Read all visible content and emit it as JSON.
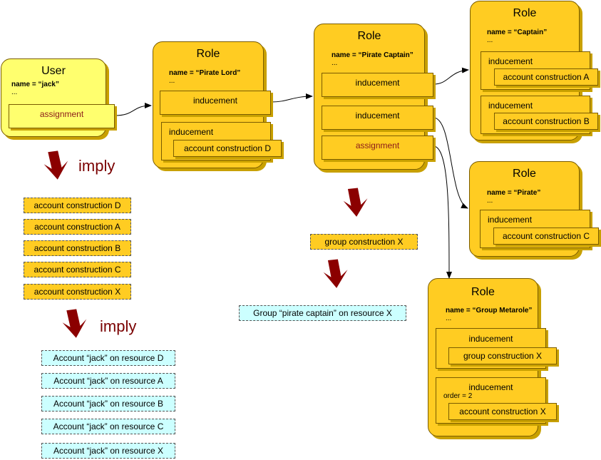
{
  "user": {
    "title": "User",
    "name": "name = “jack”",
    "dots": "...",
    "assignment": "assignment"
  },
  "role_pirate_lord": {
    "title": "Role",
    "name": "name = “Pirate Lord”",
    "dots": "...",
    "inducement1": "inducement",
    "inducement2": "inducement",
    "construction": "account construction D"
  },
  "role_pirate_captain": {
    "title": "Role",
    "name": "name = “Pirate Captain”",
    "dots": "...",
    "inducement1": "inducement",
    "inducement2": "inducement",
    "assignment": "assignment"
  },
  "role_captain": {
    "title": "Role",
    "name": "name = “Captain”",
    "dots": "...",
    "inducement1": "inducement",
    "construction1": "account construction A",
    "inducement2": "inducement",
    "construction2": "account construction B"
  },
  "role_pirate": {
    "title": "Role",
    "name": "name = “Pirate”",
    "dots": "...",
    "inducement": "inducement",
    "construction": "account construction C"
  },
  "role_group_metarole": {
    "title": "Role",
    "name": "name = “Group Metarole”",
    "dots": "...",
    "inducement1": "inducement",
    "construction1": "group construction X",
    "inducement2": "inducement",
    "order": "order = 2",
    "construction2": "account construction X"
  },
  "imply_labels": {
    "first": "imply",
    "second": "imply"
  },
  "constructions": [
    "account construction D",
    "account construction A",
    "account construction B",
    "account construction C",
    "account construction X"
  ],
  "accounts": [
    "Account “jack” on resource D",
    "Account “jack” on resource A",
    "Account “jack” on resource B",
    "Account “jack” on resource C",
    "Account “jack” on resource X"
  ],
  "group_construction": "group construction X",
  "group_result": "Group “pirate captain” on resource X"
}
